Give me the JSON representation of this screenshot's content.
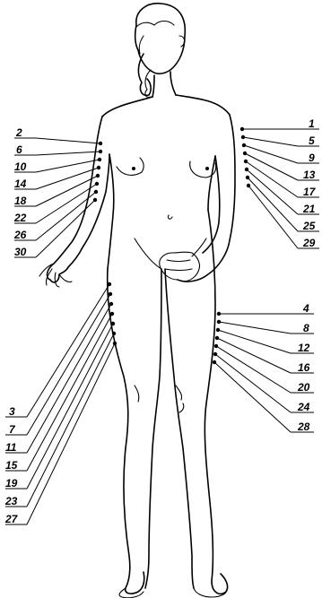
{
  "diagram": {
    "left_shoulder_labels": [
      "2",
      "6",
      "10",
      "14",
      "18",
      "22",
      "26",
      "30"
    ],
    "right_shoulder_labels": [
      "1",
      "5",
      "9",
      "13",
      "17",
      "21",
      "25",
      "29"
    ],
    "left_thigh_labels": [
      "3",
      "7",
      "11",
      "15",
      "19",
      "23",
      "27"
    ],
    "right_thigh_labels": [
      "4",
      "8",
      "12",
      "16",
      "20",
      "24",
      "28"
    ]
  }
}
